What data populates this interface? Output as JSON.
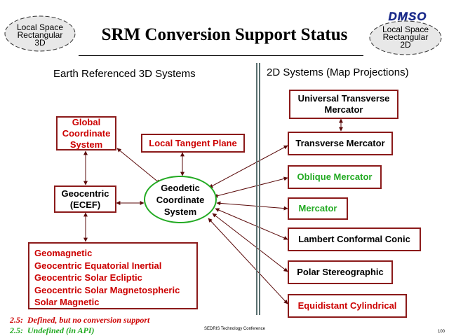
{
  "title": "SRM Conversion Support Status",
  "cloud_left": [
    "Local Space",
    "Rectangular",
    "3D"
  ],
  "cloud_right": [
    "Local Space",
    "Rectangular",
    "2D"
  ],
  "logo_text": "DMSO",
  "heading_3d": "Earth Referenced 3D Systems",
  "heading_2d": "2D Systems (Map Projections)",
  "nodes_3d": {
    "global": [
      "Global",
      "Coordinate",
      "System"
    ],
    "local_tangent": "Local Tangent Plane",
    "geocentric": [
      "Geocentric",
      "(ECEF)"
    ],
    "geodetic": [
      "Geodetic",
      "Coordinate",
      "System"
    ]
  },
  "list_3d": [
    "Geomagnetic",
    "Geocentric Equatorial Inertial",
    "Geocentric Solar Ecliptic",
    "Geocentric Solar Magnetospheric",
    "Solar Magnetic"
  ],
  "nodes_2d": {
    "utm": [
      "Universal Transverse",
      "Mercator"
    ],
    "transverse": "Transverse Mercator",
    "oblique": "Oblique Mercator",
    "mercator": "Mercator",
    "lambert": "Lambert Conformal Conic",
    "polar": "Polar Stereographic",
    "equidistant": "Equidistant Cylindrical"
  },
  "legend": [
    {
      "version": "2.5:",
      "text": "Defined, but no conversion support",
      "color": "#cc0000"
    },
    {
      "version": "2.5:",
      "text": "Undefined (in API)",
      "color": "#22aa22"
    }
  ],
  "footer_text": "SEDRIS Technology Conference",
  "page_number": "100",
  "colors": {
    "red": "#cc0000",
    "green": "#22aa22",
    "border": "#8b1a1a",
    "divider": "#5a7070"
  }
}
